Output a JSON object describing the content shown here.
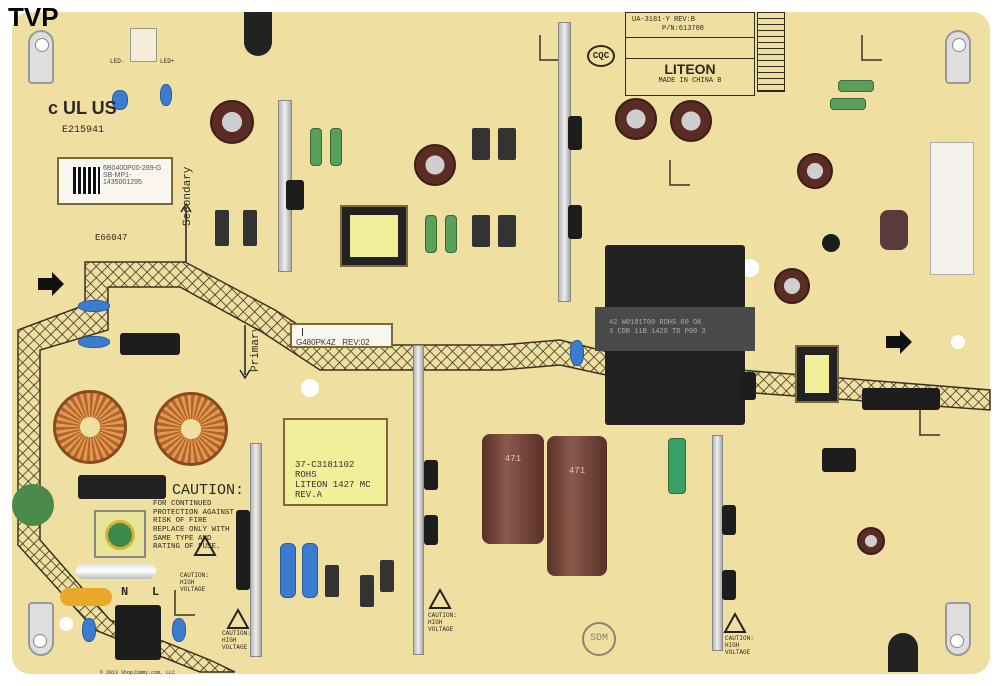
{
  "watermark": "TVP",
  "board_color": "#efe0a2",
  "certification": {
    "ul_mark": "c UL US",
    "ul_file": "E215941",
    "recognized_file": "E66047",
    "cqc": "CQC"
  },
  "serial_label": {
    "line1": "6B0400P00-289-G",
    "line2": "SB-MP1-1435001295"
  },
  "silkscreen": {
    "secondary": "Secondary",
    "primary": "Primary",
    "led_minus": "LED-",
    "led_plus": "LED+"
  },
  "model_label": {
    "model": "G480PK4Z",
    "rev": "REV:02"
  },
  "transformer_label": {
    "line1": "37-C3181102 ROHS",
    "line2": "LITEON 1427 MC REV.A"
  },
  "main_transformer_label": {
    "line1": "42 W0181T00 ROHS 00 OK",
    "line2": "3 CDB 11B 1428 TD P00 3"
  },
  "caution": {
    "title": "CAUTION:",
    "body": "FOR CONTINUED PROTECTION AGAINST RISK OF FIRE REPLACE ONLY WITH SAME TYPE AND RATING OF FUSE."
  },
  "high_voltage_warnings": [
    "CAUTION: HIGH VOLTAGE",
    "CAUTION: HIGH VOLTAGE",
    "CAUTION: HIGH VOLTAGE",
    "CAUTION: HIGH VOLTAGE"
  ],
  "ac_input": {
    "neutral": "N",
    "line": "L"
  },
  "spec_block": {
    "model": "UA-3181-Y REV:B",
    "part": "P/N:613708",
    "brand": "LITEON",
    "origin": "MADE IN CHINA B"
  },
  "stamp": "SDM",
  "copyright": "© 2013 ShopJimmy.com, LLC"
}
